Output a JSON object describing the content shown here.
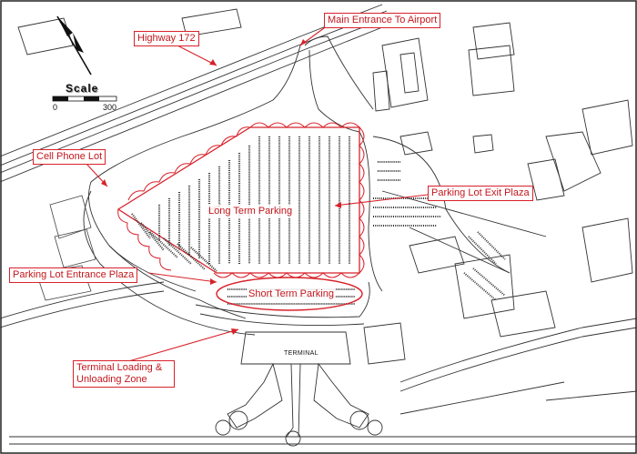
{
  "map": {
    "labels": {
      "highway": "Highway 172",
      "main_entrance": "Main Entrance To Airport",
      "cell_phone_lot": "Cell Phone Lot",
      "long_term": "Long Term Parking",
      "exit_plaza": "Parking Lot Exit Plaza",
      "entrance_plaza": "Parking Lot Entrance Plaza",
      "short_term": "Short Term Parking",
      "loading_zone_line1": "Terminal Loading &",
      "loading_zone_line2": "Unloading Zone",
      "terminal": "TERMINAL"
    },
    "scale": {
      "title": "Scale",
      "min_label": "0",
      "max_label": "300"
    },
    "colors": {
      "callout": "#d8222a",
      "linework": "#333333",
      "background": "#ffffff"
    },
    "icons": {
      "north_arrow": "north-arrow-icon"
    }
  }
}
